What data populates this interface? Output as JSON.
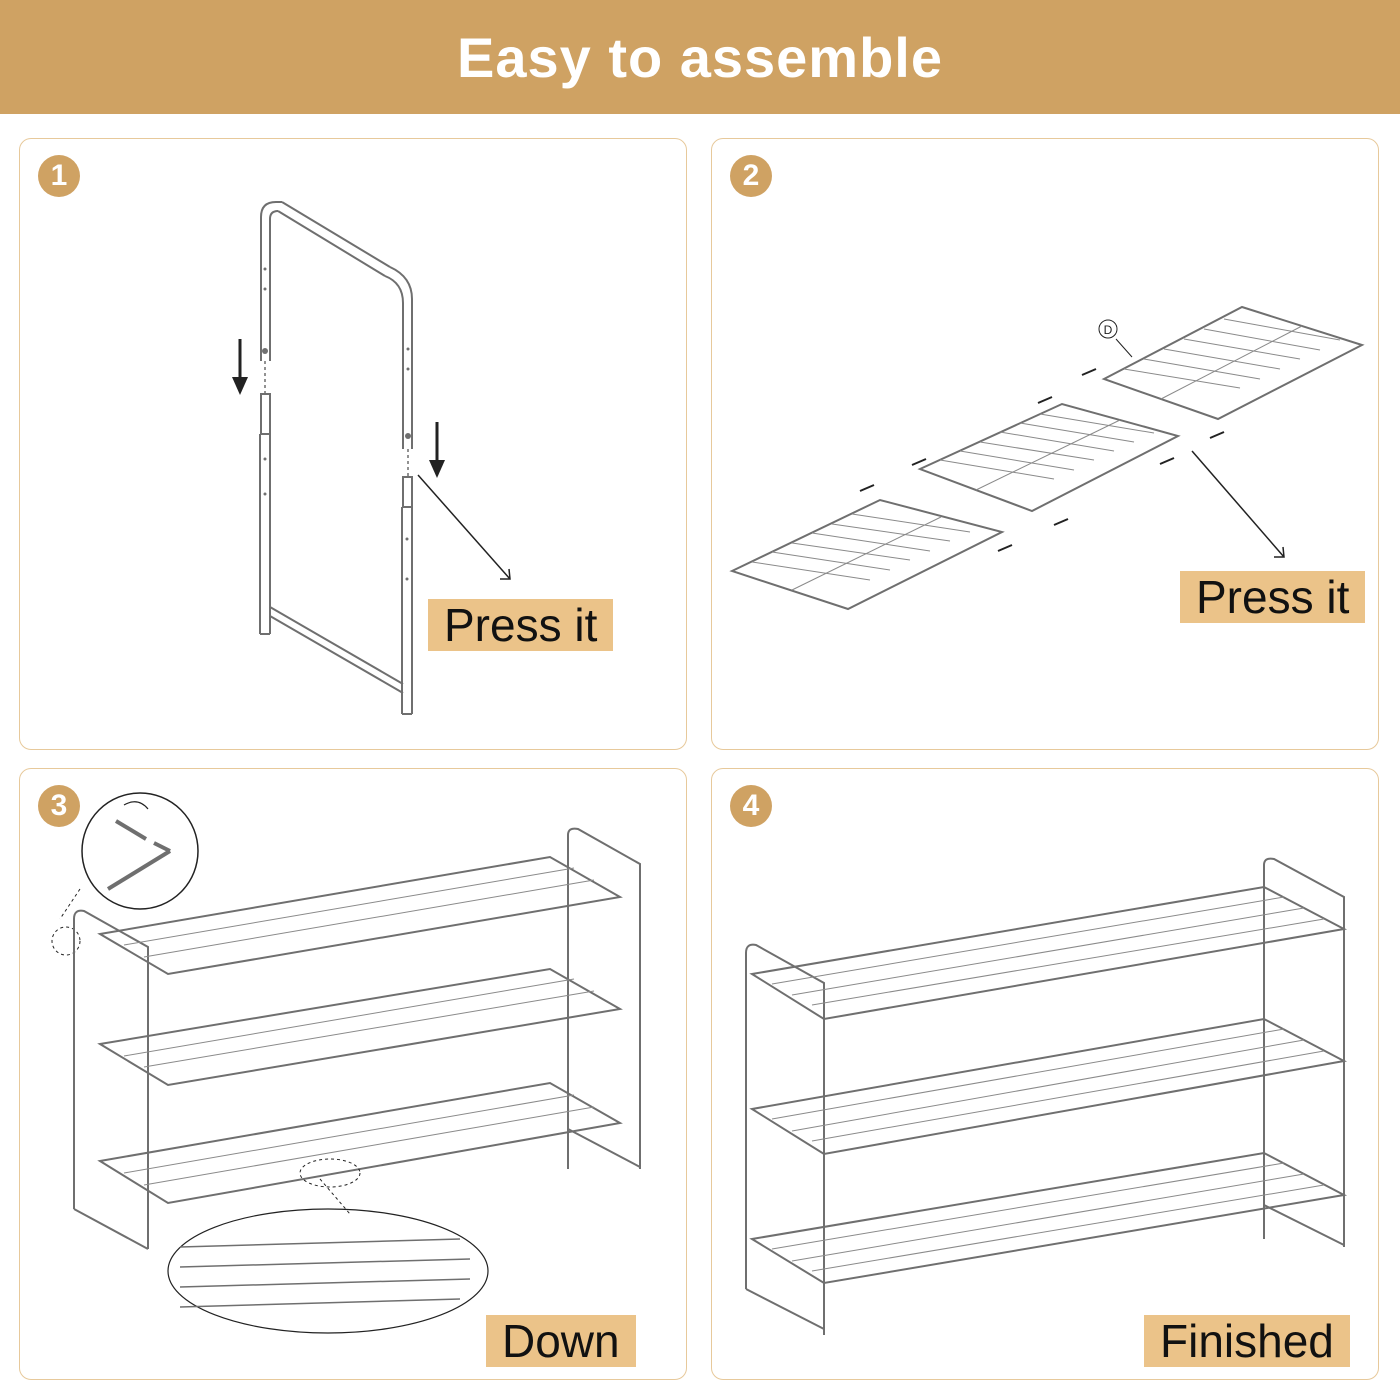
{
  "title": "Easy to assemble",
  "steps": [
    {
      "number": "1",
      "label": "Press it"
    },
    {
      "number": "2",
      "label": "Press it",
      "part_marker": "D"
    },
    {
      "number": "3",
      "label": "Down"
    },
    {
      "number": "4",
      "label": "Finished"
    }
  ],
  "colors": {
    "accent": "#cfa263",
    "tag_bg": "#ebc389",
    "panel_border": "#e7c99b",
    "line": "#6f6f6f"
  }
}
